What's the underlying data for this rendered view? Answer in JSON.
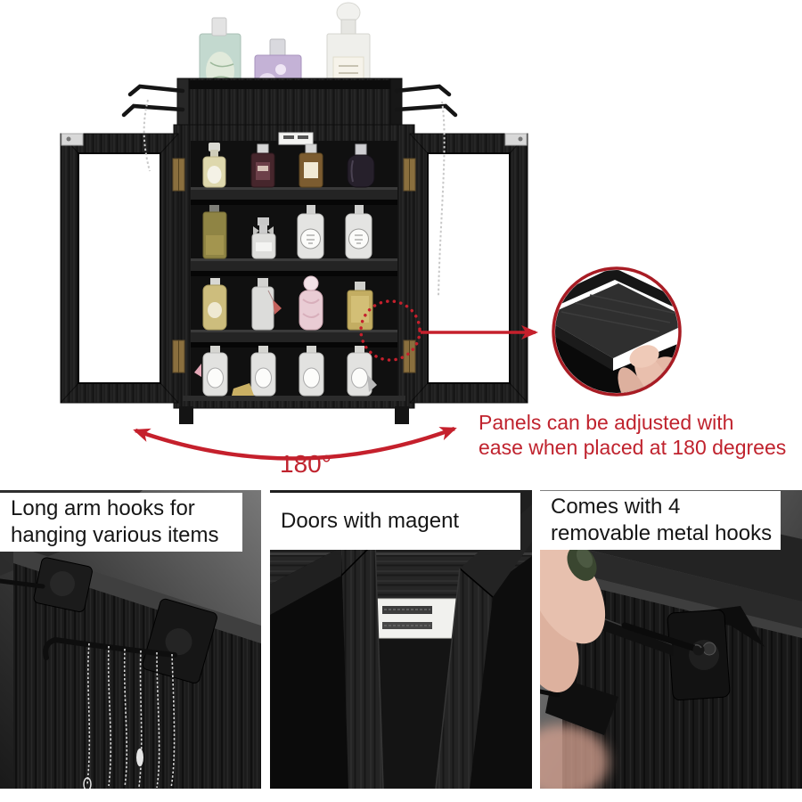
{
  "palette": {
    "background": "#ffffff",
    "accent_red": "#c0232e",
    "inset_ring_red": "#a81c24",
    "wood_black": "#1d1d1d",
    "caption_text": "#161616",
    "caption_bg": "#ffffff"
  },
  "hero": {
    "rotation_label": "180°",
    "note_line1": "Panels can be adjusted with",
    "note_line2": "ease when placed at 180 degrees",
    "icons": {
      "focus_circle": "dashed-red-circle",
      "zoom_arrow": "red-arrow-right",
      "rotation_arrow": "red-curved-double-arrow",
      "zoom_inset": "magnified-shelf-with-hand"
    }
  },
  "features": [
    {
      "caption_lines": [
        "Long arm hooks for",
        "hanging various items"
      ]
    },
    {
      "caption_lines": [
        "Doors with magent"
      ]
    },
    {
      "caption_lines": [
        "Comes with 4",
        "removable metal hooks"
      ]
    }
  ]
}
